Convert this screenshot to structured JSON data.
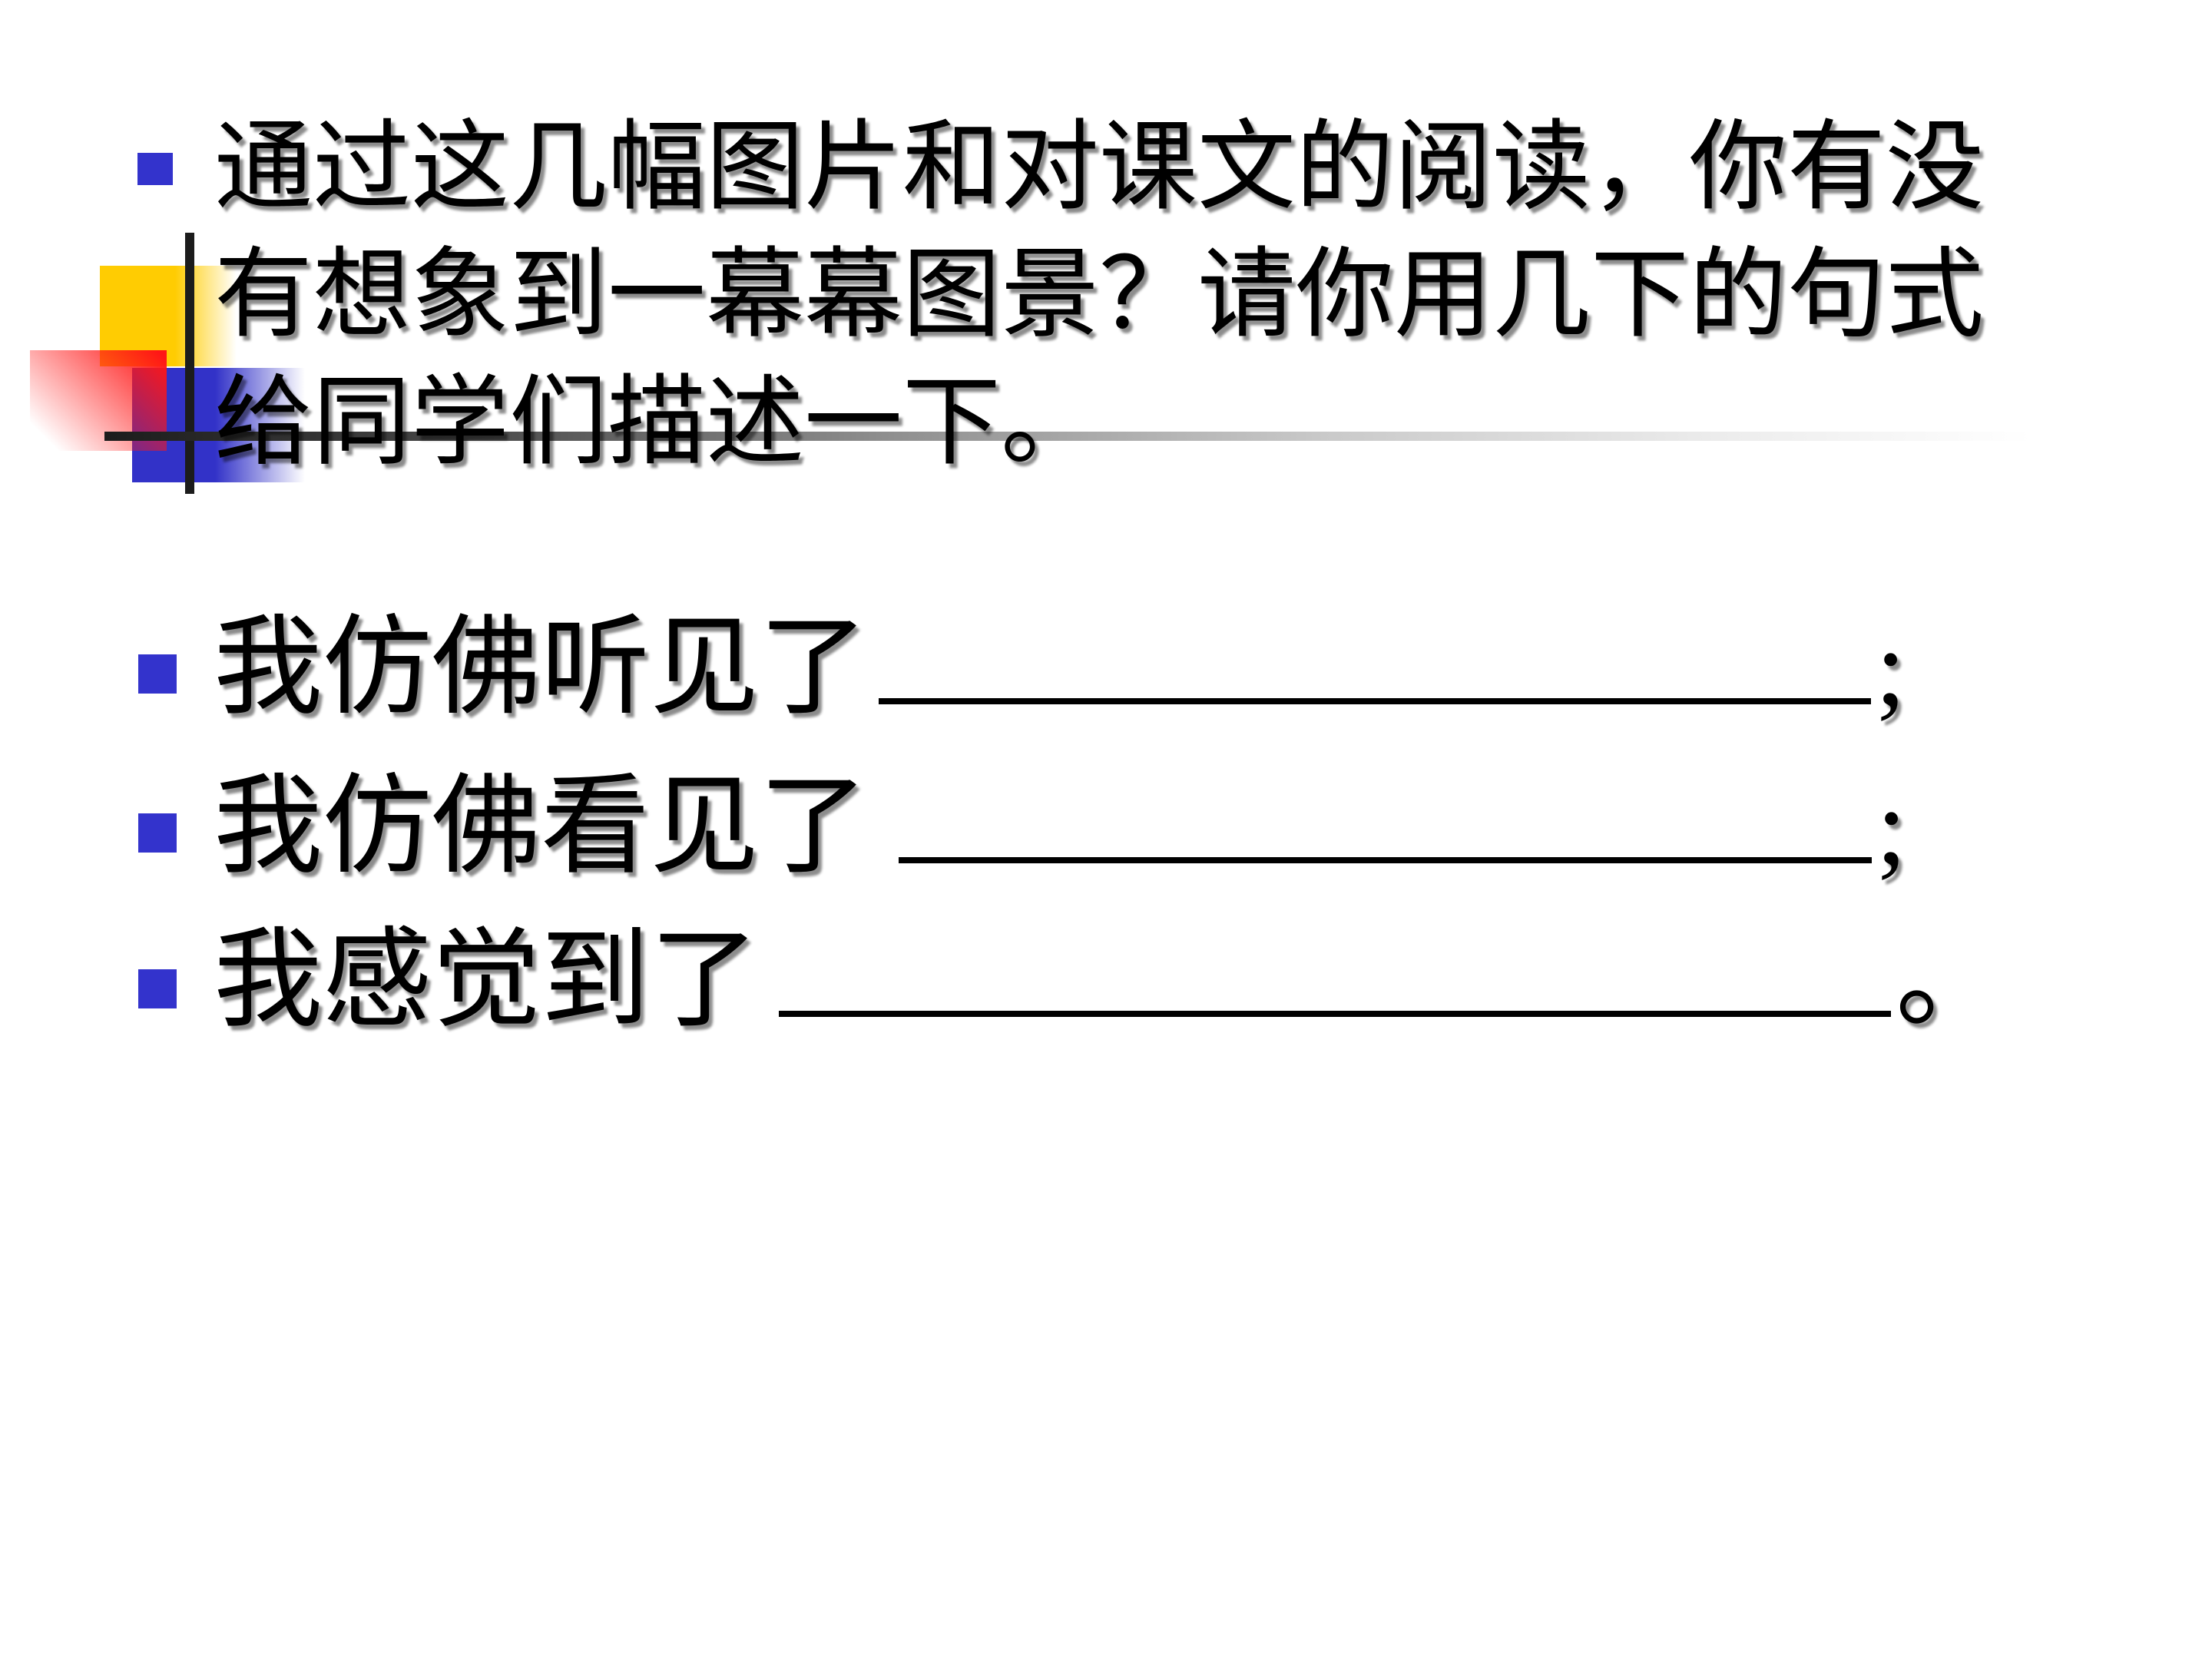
{
  "slide": {
    "intro": {
      "lines": [
        "通过这几幅图片和对课文的阅读，你有没",
        "有想象到一幕幕图景？请你用几下的句式",
        "给同学们描述一下。"
      ]
    },
    "items": [
      {
        "prefix": "我仿佛听见了",
        "suffix": ";"
      },
      {
        "prefix": "我仿佛看见了",
        "suffix": ";"
      },
      {
        "prefix": "我感觉到了",
        "suffix": "。"
      }
    ],
    "colors": {
      "bullet_blue": "#3333cc",
      "decor_yellow": "#ffcc02",
      "decor_red": "#ff1616",
      "decor_blue": "#3232c8",
      "line_dark": "#1c1c1c",
      "text": "#000000",
      "background": "#ffffff"
    }
  }
}
